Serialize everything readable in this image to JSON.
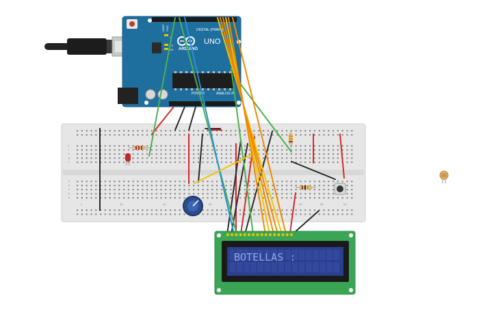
{
  "arduino": {
    "brand": "ARDUINO",
    "model": "UNO",
    "header_digital": "DIGITAL (PWM~)",
    "header_power": "POWER",
    "header_analog": "ANALOG IN",
    "led_l": "L",
    "led_tx": "TX",
    "led_rx": "RX",
    "pin_aref": "AREF",
    "pin_gnd": "GND",
    "board_color": "#1f6f9e"
  },
  "lcd": {
    "text": "BOTELLAS :",
    "pcb_color": "#3aa655",
    "screen_color": "#2a3f8f",
    "text_color": "#8fa6e8"
  },
  "breadboard": {
    "col_label_1": "1",
    "col_label_15": "15",
    "col_label_20": "20",
    "col_label_30": "30",
    "col_label_35": "35",
    "col_label_50": "50",
    "col_label_55": "55",
    "col_label_60": "60",
    "row_a": "a",
    "row_b": "b",
    "row_c": "c",
    "row_d": "d",
    "row_e": "e",
    "row_f": "f",
    "row_g": "g",
    "row_h": "h",
    "row_i": "i",
    "row_j": "j"
  },
  "wire_colors": {
    "red": "#d42a2a",
    "black": "#2a2a2a",
    "green": "#4caf50",
    "orange": "#f08a00",
    "yellow": "#f2c400",
    "blue": "#2a8fd4"
  }
}
